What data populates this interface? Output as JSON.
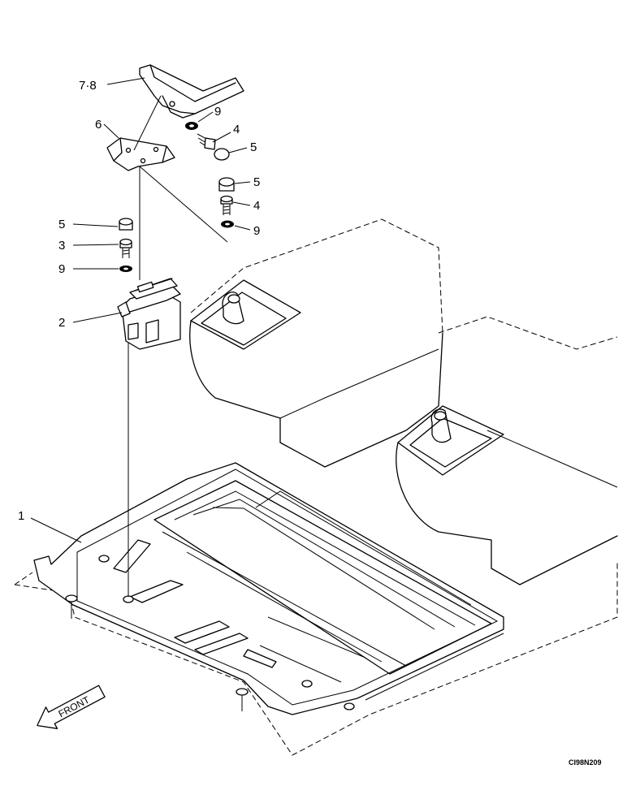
{
  "callouts": [
    {
      "id": "p7-8",
      "label": "7·8"
    },
    {
      "id": "p9a",
      "label": "9"
    },
    {
      "id": "p6",
      "label": "6"
    },
    {
      "id": "p4a",
      "label": "4"
    },
    {
      "id": "p5a",
      "label": "5"
    },
    {
      "id": "p5b",
      "label": "5"
    },
    {
      "id": "p4b",
      "label": "4"
    },
    {
      "id": "p9b",
      "label": "9"
    },
    {
      "id": "p5c",
      "label": "5"
    },
    {
      "id": "p3",
      "label": "3"
    },
    {
      "id": "p9c",
      "label": "9"
    },
    {
      "id": "p2",
      "label": "2"
    },
    {
      "id": "p1",
      "label": "1"
    }
  ],
  "direction_label": "FRONT",
  "drawing_ref": "CI98N209"
}
